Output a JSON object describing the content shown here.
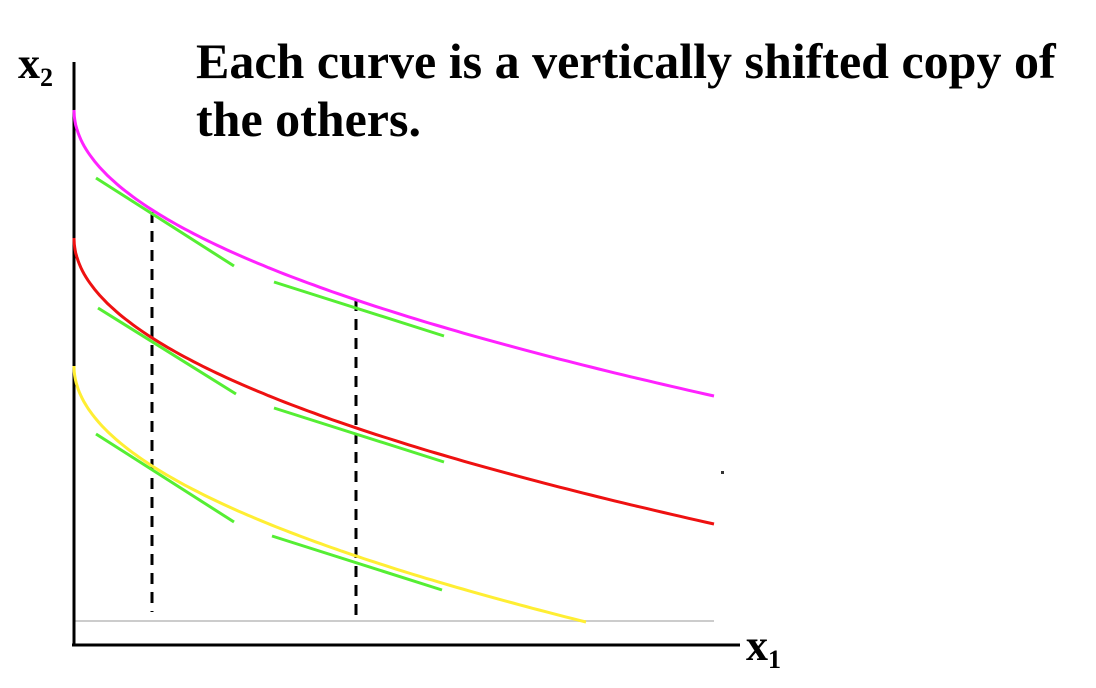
{
  "title": "Each curve is a vertically shifted copy of the others.",
  "axes": {
    "x_label_main": "x",
    "x_label_sub": "1",
    "y_label_main": "x",
    "y_label_sub": "2"
  },
  "colors": {
    "curve_top": "#ff22ff",
    "curve_middle": "#ee1111",
    "curve_bottom": "#ffee33",
    "tangent": "#55ee33",
    "axis": "#000000",
    "guide": "#000000"
  },
  "curves": [
    {
      "name": "top",
      "color_key": "curve_top"
    },
    {
      "name": "middle",
      "color_key": "curve_middle"
    },
    {
      "name": "bottom",
      "color_key": "curve_bottom"
    }
  ]
}
